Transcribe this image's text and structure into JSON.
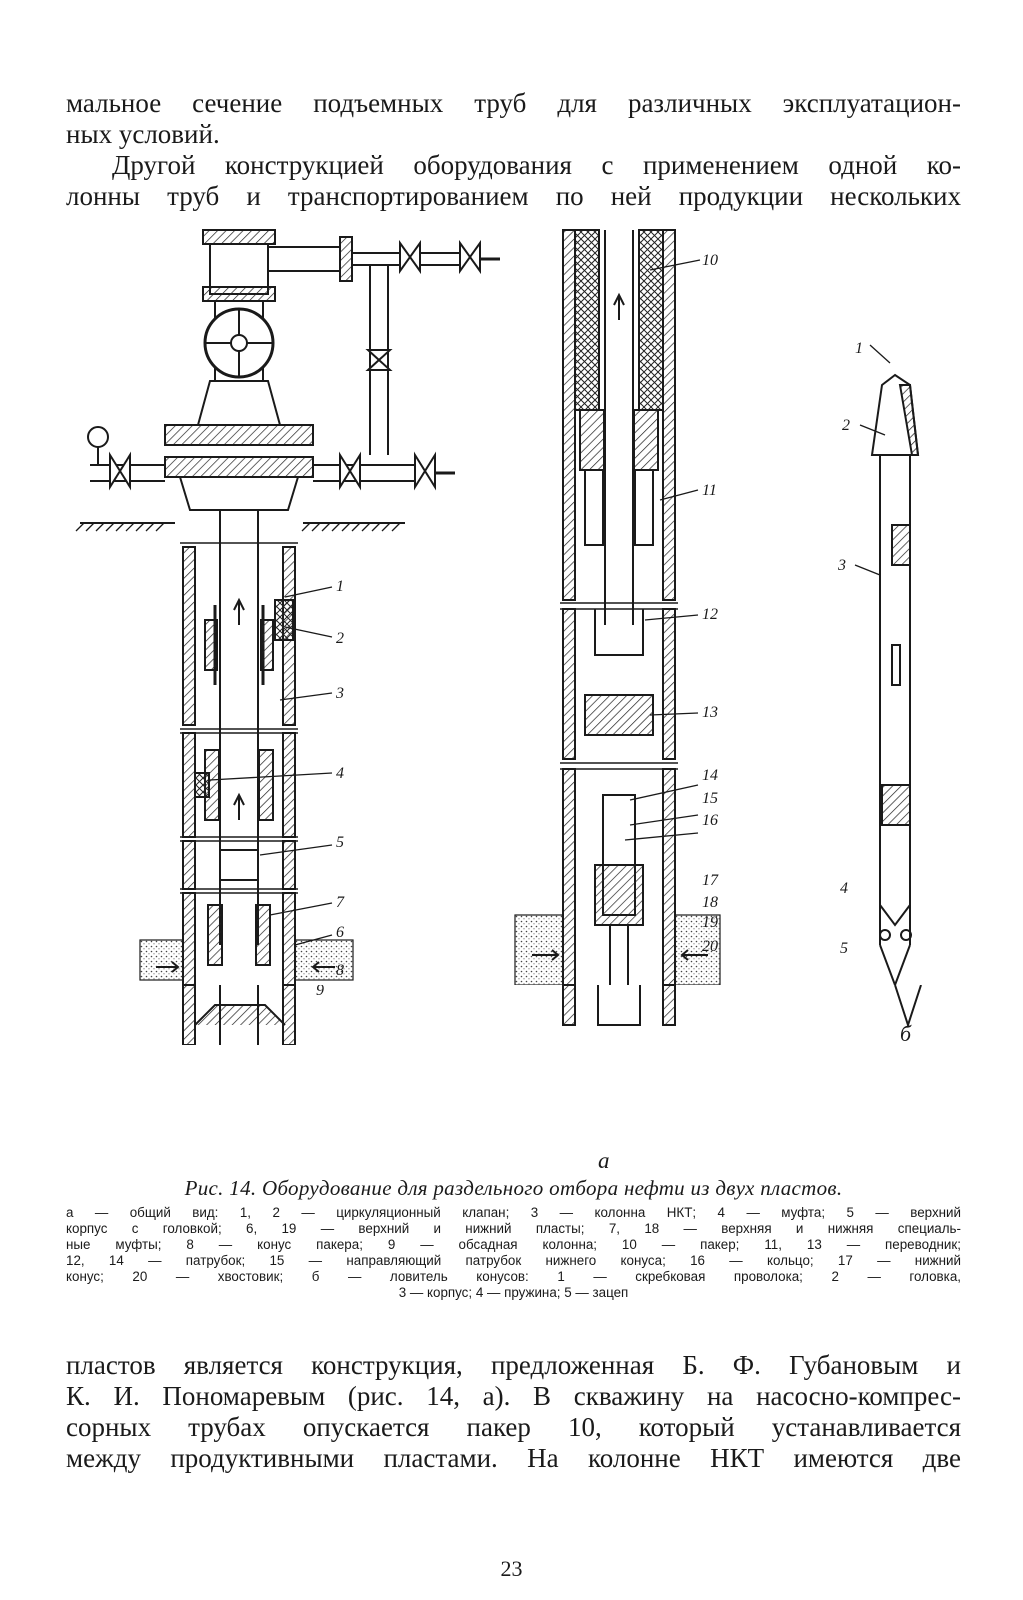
{
  "top_text": {
    "lines": [
      "мальное сечение подъемных труб для различных эксплуатацион-",
      "ных условий.",
      "Другой конструкцией оборудования с применением одной ко-",
      "лонны труб и транспортированием по ней продукции нескольких"
    ]
  },
  "figure": {
    "labels_a": [
      "1",
      "2",
      "3",
      "4",
      "5",
      "7",
      "6",
      "8",
      "9"
    ],
    "labels_mid": [
      "10",
      "11",
      "12",
      "13",
      "14",
      "15",
      "16",
      "17",
      "18",
      "19",
      "20"
    ],
    "labels_b": [
      "1",
      "2",
      "3",
      "4",
      "5"
    ],
    "sub_a": "а",
    "sub_b": "б"
  },
  "caption": {
    "title": "Рис. 14. Оборудование для раздельного отбора нефти из двух пластов.",
    "lines": [
      "а — общий вид: 1, 2 — циркуляционный клапан; 3 — колонна НКТ; 4 — муфта; 5 — верхний",
      "корпус с головкой; 6, 19 — верхний и нижний пласты; 7, 18 — верхняя и нижняя специаль-",
      "ные муфты; 8 — конус пакера; 9 — обсадная колонна; 10 — пакер; 11, 13 — переводник;",
      "12, 14 — патрубок; 15 — направляющий патрубок нижнего конуса; 16 — кольцо; 17 — нижний",
      "конус; 20 — хвостовик; б — ловитель конусов: 1 — скребковая проволока; 2 — головка,",
      "3 — корпус; 4 — пружина; 5 — зацеп"
    ]
  },
  "bottom_text": {
    "lines": [
      "пластов является конструкция, предложенная Б. Ф. Губановым и",
      "К. И. Пономаревым (рис. 14, а). В скважину на насосно-компрес-",
      "сорных трубах опускается пакер 10, который устанавливается",
      "между продуктивными пластами. На колонне НКТ имеются две"
    ]
  },
  "page_number": "23"
}
